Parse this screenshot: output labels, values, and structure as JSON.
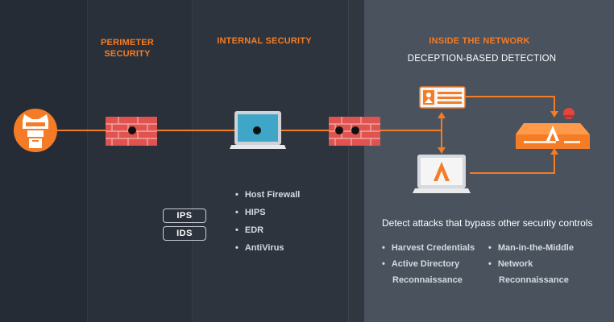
{
  "headings": {
    "perimeter_line1": "PERIMETER",
    "perimeter_line2": "SECURITY",
    "internal": "INTERNAL SECURITY",
    "inside": "INSIDE THE NETWORK",
    "deception": "DECEPTION-BASED DETECTION"
  },
  "pills": [
    "IPS",
    "IDS"
  ],
  "internal_list": [
    "Host Firewall",
    "HIPS",
    "EDR",
    "AntiVirus"
  ],
  "detect_text": "Detect attacks that bypass other security controls",
  "attacks": {
    "left": [
      {
        "line1": "Harvest Credentials",
        "line2": ""
      },
      {
        "line1": "Active Directory",
        "line2": "Reconnaissance"
      }
    ],
    "right": [
      {
        "line1": "Man-in-the-Middle",
        "line2": ""
      },
      {
        "line1": "Network",
        "line2": "Reconnaissance"
      }
    ]
  },
  "colors": {
    "accent": "#f47c26",
    "brick": "#e0534f",
    "screen": "#3fa6c8",
    "background": "#242a33",
    "panel": "#4a525d"
  },
  "icons": [
    "attacker-icon",
    "firewall-icon",
    "laptop-icon",
    "server-icon",
    "appliance-icon",
    "alert-icon"
  ]
}
